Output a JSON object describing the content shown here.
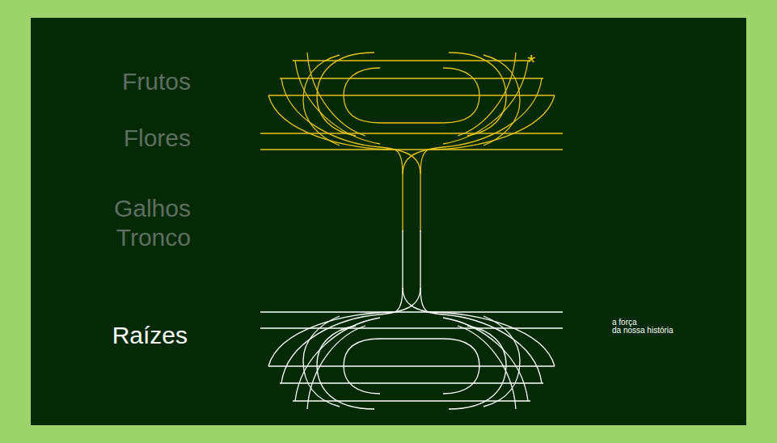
{
  "diagram": {
    "labels": [
      "Frutos",
      "*",
      "Flores",
      "Galhos",
      "Tronco",
      "Raízes",
      "a força",
      "da nossa história"
    ]
  }
}
